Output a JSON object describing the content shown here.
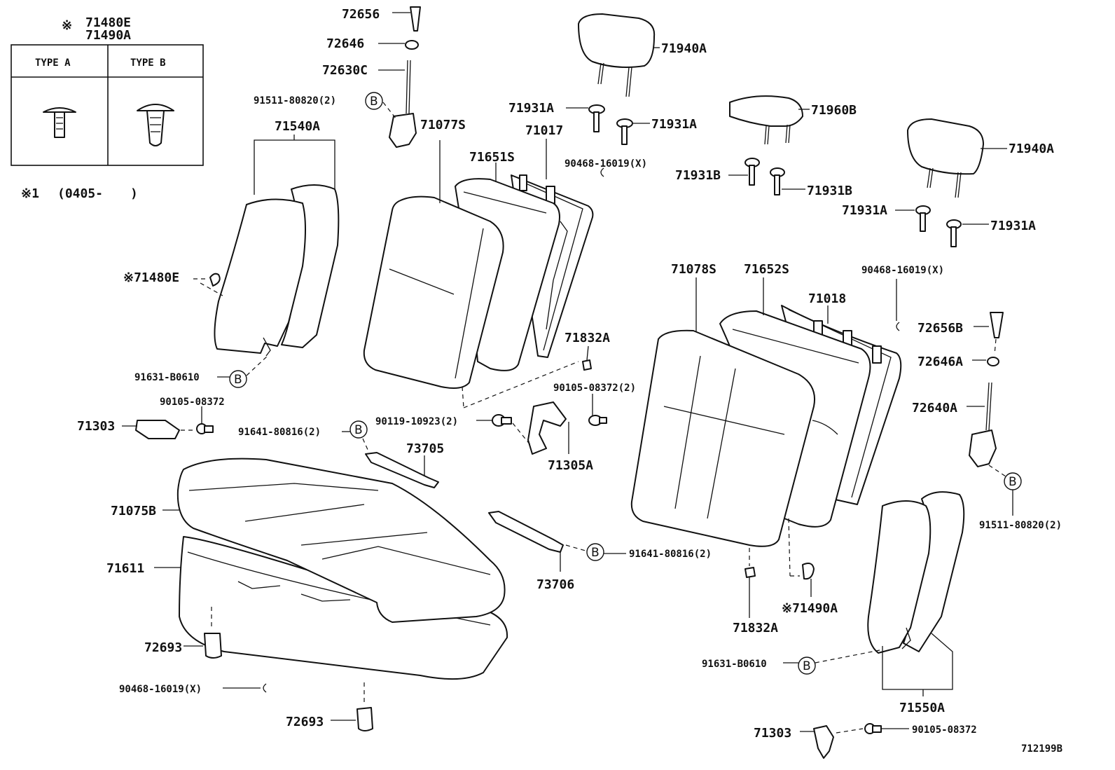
{
  "legend": {
    "mark": "※",
    "codes": [
      "71480E",
      "71490A"
    ],
    "type_a": "TYPE A",
    "type_b": "TYPE B",
    "note_mark": "※1",
    "note_range": "(0405-",
    "note_close": ")"
  },
  "ref_letter": "B",
  "diagram_id": "712199B",
  "labels": {
    "p72656": "72656",
    "p72646": "72646",
    "p72630C": "72630C",
    "p91511_left": "91511-80820(2)",
    "p71540A": "71540A",
    "p71077S": "71077S",
    "p71017": "71017",
    "p71651S": "71651S",
    "p71940A_top": "71940A",
    "p71931A_1": "71931A",
    "p71931A_2": "71931A",
    "p90468_top": "90468-16019(X)",
    "p71960B": "71960B",
    "p71931B_1": "71931B",
    "p71931B_2": "71931B",
    "p71940A_right": "71940A",
    "p71931A_3": "71931A",
    "p71931A_4": "71931A",
    "p71480E": "※71480E",
    "p71078S": "71078S",
    "p71652S": "71652S",
    "p90468_mid": "90468-16019(X)",
    "p71018": "71018",
    "p72656B": "72656B",
    "p72646A": "72646A",
    "p72640A": "72640A",
    "p71832A_1": "71832A",
    "p90105_2": "90105-08372(2)",
    "p91631_left": "91631-B0610",
    "p90105_left": "90105-08372",
    "p71303_left": "71303",
    "p91641_left": "91641-80816(2)",
    "p90119": "90119-10923(2)",
    "p73705": "73705",
    "p71305A": "71305A",
    "p71075B": "71075B",
    "p71611": "71611",
    "p91511_right": "91511-80820(2)",
    "p91641_right": "91641-80816(2)",
    "p73706": "73706",
    "p71832A_2": "71832A",
    "p71490A": "※71490A",
    "p72693_1": "72693",
    "p91631_right": "91631-B0610",
    "p90468_bot": "90468-16019(X)",
    "p71550A": "71550A",
    "p72693_2": "72693",
    "p71303_right": "71303",
    "p90105_right": "90105-08372"
  }
}
